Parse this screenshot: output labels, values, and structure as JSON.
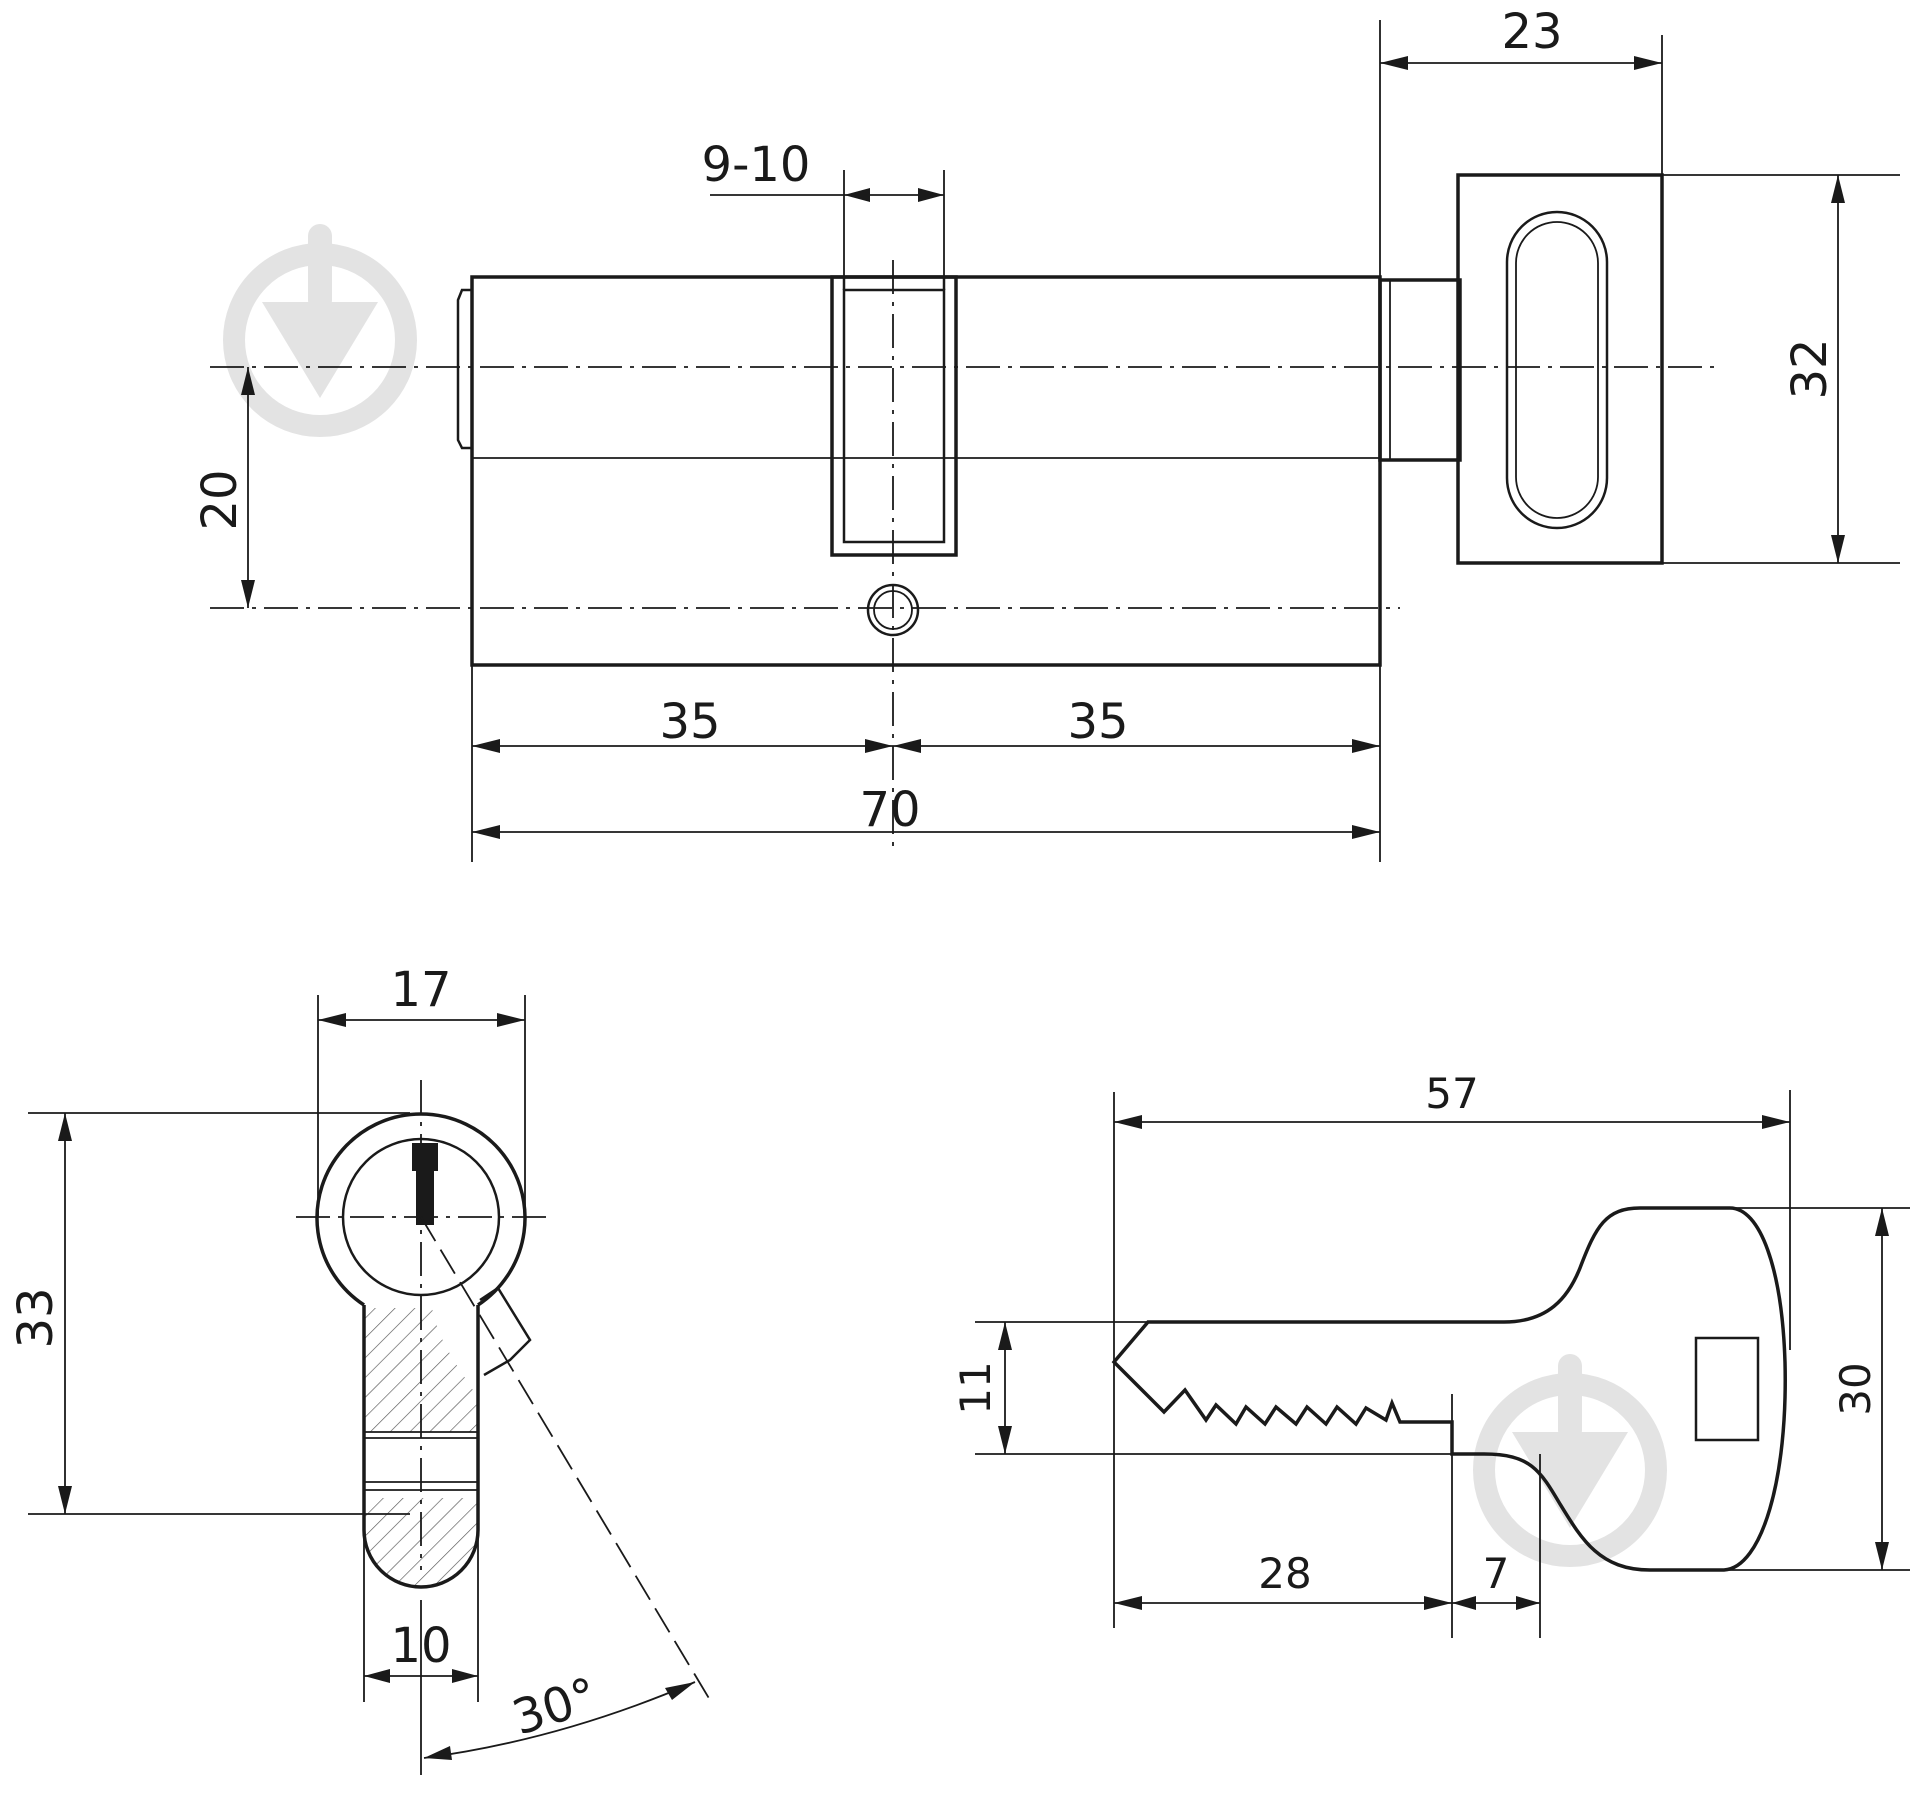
{
  "cylinder_view": {
    "dims": {
      "length_left": "35",
      "length_right": "35",
      "length_total": "70",
      "cam_width": "9-10",
      "knob_length": "23",
      "knob_height": "32",
      "axis_offset": "20"
    }
  },
  "profile_view": {
    "dims": {
      "width": "17",
      "height": "33",
      "bottom_width": "10",
      "cam_angle": "30°"
    }
  },
  "key_view": {
    "dims": {
      "length": "57",
      "blade_height": "11",
      "head_height": "30",
      "blade_length": "28",
      "shoulder": "7"
    }
  },
  "colors": {
    "line": "#1a1a1a",
    "watermark": "#e3e3e3"
  },
  "icons": [
    "watermark-logo-icon"
  ]
}
